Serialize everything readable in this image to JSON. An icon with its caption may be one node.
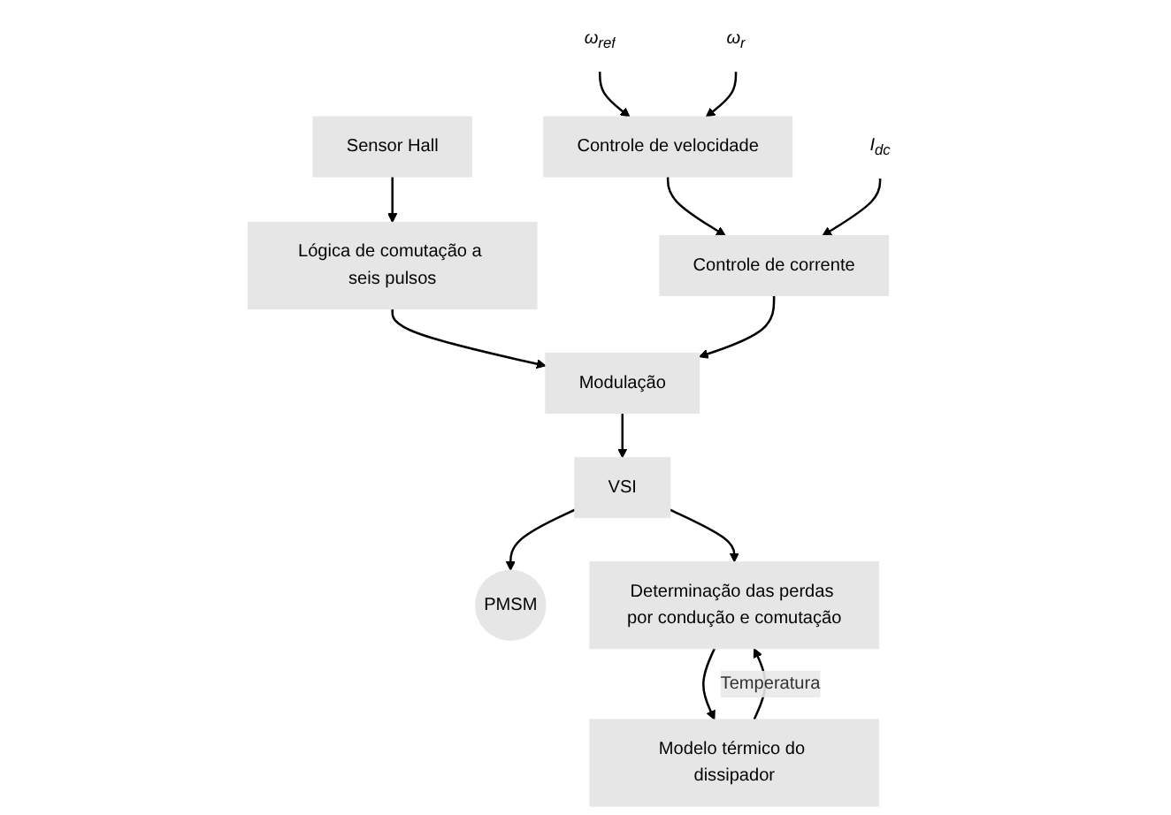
{
  "diagram": {
    "nodes": [
      {
        "text": [
          "Sensor Hall"
        ]
      },
      {
        "text": [
          "Lógica de comutação a seis pulsos"
        ]
      },
      {
        "text": [
          "Modulação"
        ]
      },
      {
        "text": [
          "VSI"
        ]
      },
      {
        "text": [
          "PMSM"
        ]
      },
      {
        "text": [
          "Controle de velocidade"
        ]
      },
      {
        "text": [
          "Controle de corrente"
        ]
      },
      {
        "text": [
          "Determinação das perdas por condução e comutação"
        ]
      },
      {
        "text": [
          "Modelo térmico do dissipador"
        ]
      },
      {
        "text": [
          "ω$_{ref}$"
        ]
      },
      {
        "text": [
          "ω$_{r}$"
        ]
      },
      {
        "text": [
          "I$_{dc}$"
        ]
      }
    ],
    "edges": [
      {
        "from": 0,
        "to": 1,
        "arrow": "to"
      },
      {
        "from": 1,
        "to": 2,
        "arrow": "to"
      },
      {
        "from": 2,
        "to": 3,
        "arrow": "to"
      },
      {
        "from": 3,
        "to": 4,
        "arrow": "to"
      },
      {
        "from": 3,
        "to": 7,
        "arrow": "to"
      },
      {
        "from": 5,
        "to": 6,
        "arrow": "to"
      },
      {
        "from": 6,
        "to": 2,
        "arrow": "to"
      },
      {
        "from": 9,
        "to": 5,
        "arrow": "to"
      },
      {
        "from": 10,
        "to": 5,
        "arrow": "to"
      },
      {
        "from": 11,
        "to": 6,
        "arrow": "to"
      },
      {
        "from": 7,
        "to": 8,
        "arrow": "to"
      },
      {
        "from": 8,
        "to": 7,
        "arrow": "to",
        "label": "Temperatura"
      }
    ]
  }
}
